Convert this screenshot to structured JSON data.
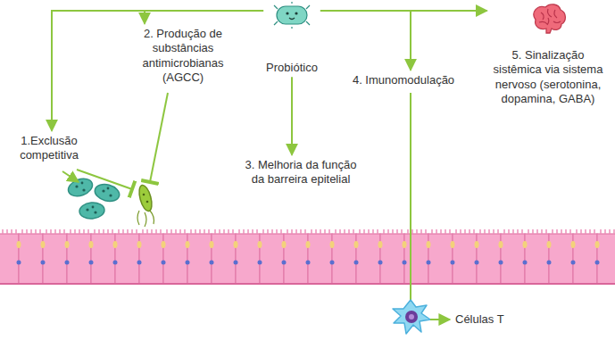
{
  "diagram": {
    "nodes": [
      {
        "text": [
          "Probiótico"
        ]
      },
      {
        "text": [
          "1.Exclusão competitiva"
        ]
      },
      {
        "text": [
          "2. Produção de substâncias antimicrobianas (AGCC)"
        ]
      },
      {
        "text": [
          "3. Melhoria da função da barreira epitelial"
        ]
      },
      {
        "text": [
          "4. Imunomodulação"
        ]
      },
      {
        "text": [
          "5. Sinalização sistêmica via sistema nervoso (serotonina, dopamina, GABA)"
        ]
      }
    ],
    "edges": [
      {
        "from": 0,
        "to": 1,
        "arrow": "to"
      },
      {
        "from": 0,
        "to": 2,
        "arrow": "to"
      },
      {
        "from": 0,
        "to": 3,
        "arrow": "to"
      },
      {
        "from": 0,
        "to": 4,
        "arrow": "to"
      },
      {
        "from": 0,
        "to": 5,
        "arrow": "to"
      }
    ],
    "labels": [
      "Células T"
    ]
  }
}
